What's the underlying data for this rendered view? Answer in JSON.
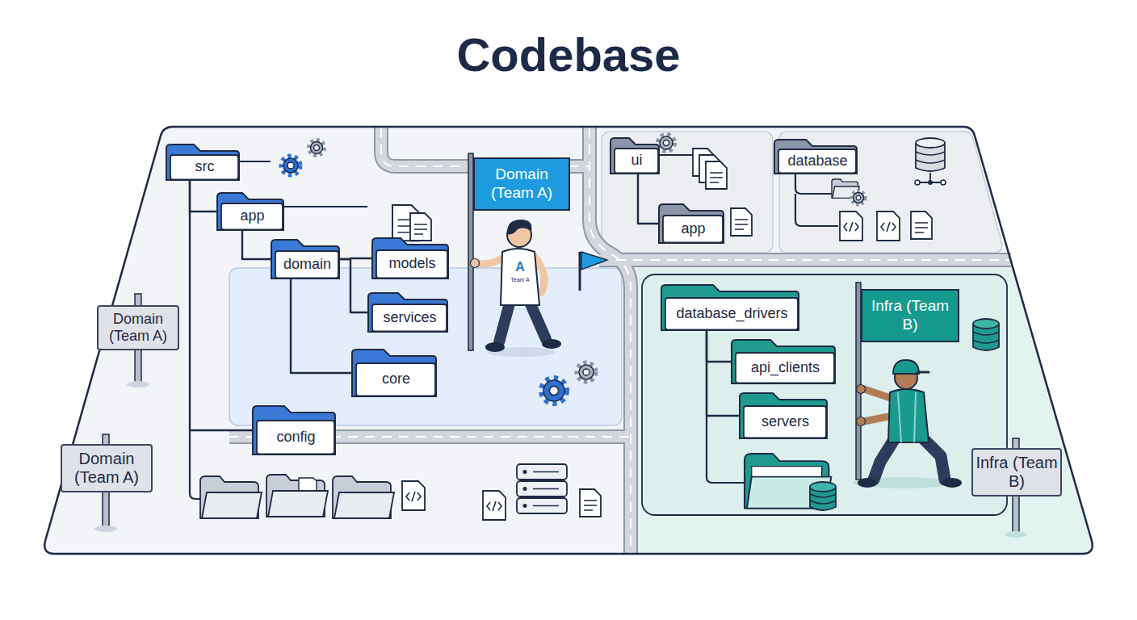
{
  "diagram": {
    "title": "Codebase",
    "nodes": [
      {
        "text": [
          "src"
        ]
      },
      {
        "text": [
          "app"
        ]
      },
      {
        "text": [
          "domain"
        ]
      },
      {
        "text": [
          "models"
        ]
      },
      {
        "text": [
          "services"
        ]
      },
      {
        "text": [
          "core"
        ]
      },
      {
        "text": [
          "config"
        ]
      },
      {
        "text": [
          "Domain (Team A)"
        ]
      },
      {
        "text": [
          "Domain (Team A)"
        ]
      },
      {
        "text": [
          "Domain (Team A)"
        ]
      },
      {
        "text": [
          "ui"
        ]
      },
      {
        "text": [
          "app"
        ]
      },
      {
        "text": [
          "database"
        ]
      },
      {
        "text": [
          "database_drivers"
        ]
      },
      {
        "text": [
          "api_clients"
        ]
      },
      {
        "text": [
          "servers"
        ]
      },
      {
        "text": [
          "Infra (Team B)"
        ]
      },
      {
        "text": [
          "Infra (Team B)"
        ]
      }
    ],
    "edges": [
      {
        "from": 0,
        "to": 1,
        "arrow": "none"
      },
      {
        "from": 1,
        "to": 2,
        "arrow": "none"
      },
      {
        "from": 2,
        "to": 3,
        "arrow": "none"
      },
      {
        "from": 2,
        "to": 4,
        "arrow": "none"
      },
      {
        "from": 2,
        "to": 5,
        "arrow": "none"
      },
      {
        "from": 0,
        "to": 6,
        "arrow": "none"
      },
      {
        "from": 10,
        "to": 11,
        "arrow": "none"
      },
      {
        "from": 13,
        "to": 14,
        "arrow": "none"
      },
      {
        "from": 13,
        "to": 15,
        "arrow": "none"
      }
    ],
    "labels": [
      "A",
      "Team A"
    ]
  }
}
